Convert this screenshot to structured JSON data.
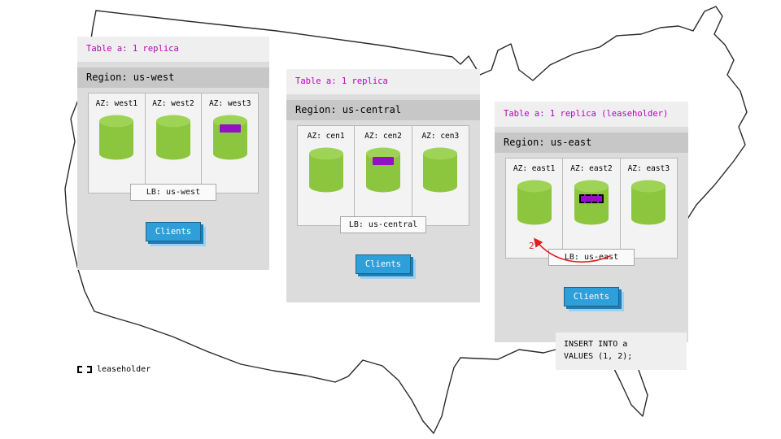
{
  "regions": [
    {
      "table_label": "Table a: 1 replica",
      "region_label": "Region: us-west",
      "azs": [
        {
          "label": "AZ: west1",
          "replica": false
        },
        {
          "label": "AZ: west2",
          "replica": false
        },
        {
          "label": "AZ: west3",
          "replica": true,
          "leaseholder": false
        }
      ],
      "lb_label": "LB: us-west",
      "clients_label": "Clients"
    },
    {
      "table_label": "Table a: 1 replica",
      "region_label": "Region: us-central",
      "azs": [
        {
          "label": "AZ: cen1",
          "replica": false
        },
        {
          "label": "AZ: cen2",
          "replica": true,
          "leaseholder": false
        },
        {
          "label": "AZ: cen3",
          "replica": false
        }
      ],
      "lb_label": "LB: us-central",
      "clients_label": "Clients"
    },
    {
      "table_label": "Table a: 1 replica (leaseholder)",
      "region_label": "Region: us-east",
      "azs": [
        {
          "label": "AZ: east1",
          "replica": false
        },
        {
          "label": "AZ: east2",
          "replica": true,
          "leaseholder": true
        },
        {
          "label": "AZ: east3",
          "replica": false
        }
      ],
      "lb_label": "LB: us-east",
      "clients_label": "Clients"
    }
  ],
  "east_arrow": {
    "label": "2"
  },
  "sql_note": {
    "line1": "INSERT INTO a",
    "line2": "VALUES (1, 2);"
  },
  "legend": {
    "label": "leaseholder"
  },
  "colors": {
    "replica_purple": "#9012c4",
    "cylinder_green": "#8cc63e",
    "cylinder_top_green": "#9fd355",
    "title_magenta": "#bb00bb",
    "clients_blue": "#2e9fd9",
    "arrow_red": "#e02020",
    "panel_gray": "#dcdcdc"
  }
}
